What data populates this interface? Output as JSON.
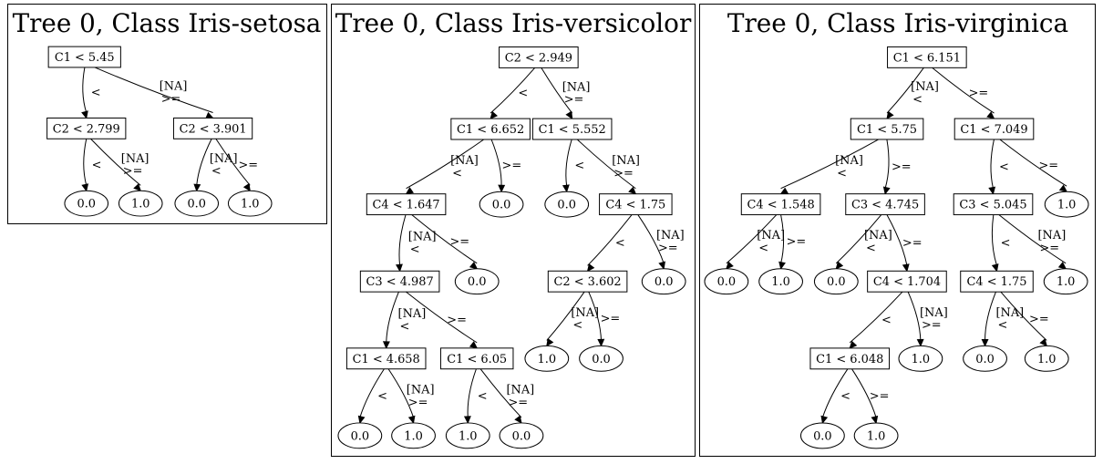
{
  "trees": [
    {
      "title": "Tree 0, Class Iris-setosa",
      "nodes": [
        {
          "id": "a",
          "kind": "split",
          "label": "C1 < 5.45"
        },
        {
          "id": "b",
          "kind": "split",
          "label": "C2 < 2.799"
        },
        {
          "id": "c",
          "kind": "split",
          "label": "C2 < 3.901"
        },
        {
          "id": "d",
          "kind": "leaf",
          "label": "0.0"
        },
        {
          "id": "e",
          "kind": "leaf",
          "label": "1.0"
        },
        {
          "id": "f",
          "kind": "leaf",
          "label": "0.0"
        },
        {
          "id": "g",
          "kind": "leaf",
          "label": "1.0"
        }
      ],
      "edges": [
        {
          "from": "a",
          "to": "b",
          "label": [
            "<"
          ]
        },
        {
          "from": "a",
          "to": "c",
          "label": [
            "[NA]",
            ">="
          ]
        },
        {
          "from": "b",
          "to": "d",
          "label": [
            "<"
          ]
        },
        {
          "from": "b",
          "to": "e",
          "label": [
            "[NA]",
            ">="
          ]
        },
        {
          "from": "c",
          "to": "f",
          "label": [
            "[NA]",
            "<"
          ]
        },
        {
          "from": "c",
          "to": "g",
          "label": [
            ">="
          ]
        }
      ]
    },
    {
      "title": "Tree 0, Class Iris-versicolor",
      "nodes": [
        {
          "id": "a",
          "kind": "split",
          "label": "C2 < 2.949"
        },
        {
          "id": "b",
          "kind": "split",
          "label": "C1 < 6.652"
        },
        {
          "id": "c",
          "kind": "split",
          "label": "C1 < 5.552"
        },
        {
          "id": "d",
          "kind": "split",
          "label": "C4 < 1.647"
        },
        {
          "id": "e",
          "kind": "leaf",
          "label": "0.0"
        },
        {
          "id": "f",
          "kind": "leaf",
          "label": "0.0"
        },
        {
          "id": "g",
          "kind": "split",
          "label": "C4 < 1.75"
        },
        {
          "id": "h",
          "kind": "split",
          "label": "C3 < 4.987"
        },
        {
          "id": "i",
          "kind": "leaf",
          "label": "0.0"
        },
        {
          "id": "j",
          "kind": "split",
          "label": "C2 < 3.602"
        },
        {
          "id": "k",
          "kind": "leaf",
          "label": "0.0"
        },
        {
          "id": "l",
          "kind": "split",
          "label": "C1 < 4.658"
        },
        {
          "id": "m",
          "kind": "split",
          "label": "C1 < 6.05"
        },
        {
          "id": "n",
          "kind": "leaf",
          "label": "1.0"
        },
        {
          "id": "o",
          "kind": "leaf",
          "label": "0.0"
        },
        {
          "id": "p",
          "kind": "leaf",
          "label": "0.0"
        },
        {
          "id": "q",
          "kind": "leaf",
          "label": "1.0"
        },
        {
          "id": "r",
          "kind": "leaf",
          "label": "1.0"
        },
        {
          "id": "s",
          "kind": "leaf",
          "label": "0.0"
        }
      ],
      "edges": [
        {
          "from": "a",
          "to": "b",
          "label": [
            "<"
          ]
        },
        {
          "from": "a",
          "to": "c",
          "label": [
            "[NA]",
            ">="
          ]
        },
        {
          "from": "b",
          "to": "d",
          "label": [
            "[NA]",
            "<"
          ]
        },
        {
          "from": "b",
          "to": "e",
          "label": [
            ">="
          ]
        },
        {
          "from": "c",
          "to": "f",
          "label": [
            "<"
          ]
        },
        {
          "from": "c",
          "to": "g",
          "label": [
            "[NA]",
            ">="
          ]
        },
        {
          "from": "d",
          "to": "h",
          "label": [
            "[NA]",
            "<"
          ]
        },
        {
          "from": "d",
          "to": "i",
          "label": [
            ">="
          ]
        },
        {
          "from": "g",
          "to": "j",
          "label": [
            "<"
          ]
        },
        {
          "from": "g",
          "to": "k",
          "label": [
            "[NA]",
            ">="
          ]
        },
        {
          "from": "h",
          "to": "l",
          "label": [
            "[NA]",
            "<"
          ]
        },
        {
          "from": "h",
          "to": "m",
          "label": [
            ">="
          ]
        },
        {
          "from": "j",
          "to": "n",
          "label": [
            "[NA]",
            "<"
          ]
        },
        {
          "from": "j",
          "to": "o",
          "label": [
            ">="
          ]
        },
        {
          "from": "l",
          "to": "p",
          "label": [
            "<"
          ]
        },
        {
          "from": "l",
          "to": "q",
          "label": [
            "[NA]",
            ">="
          ]
        },
        {
          "from": "m",
          "to": "r",
          "label": [
            "<"
          ]
        },
        {
          "from": "m",
          "to": "s",
          "label": [
            "[NA]",
            ">="
          ]
        }
      ]
    },
    {
      "title": "Tree 0, Class Iris-virginica",
      "nodes": [
        {
          "id": "a",
          "kind": "split",
          "label": "C1 < 6.151"
        },
        {
          "id": "b",
          "kind": "split",
          "label": "C1 < 5.75"
        },
        {
          "id": "c",
          "kind": "split",
          "label": "C1 < 7.049"
        },
        {
          "id": "d",
          "kind": "split",
          "label": "C4 < 1.548"
        },
        {
          "id": "e",
          "kind": "split",
          "label": "C3 < 4.745"
        },
        {
          "id": "f",
          "kind": "split",
          "label": "C3 < 5.045"
        },
        {
          "id": "g",
          "kind": "leaf",
          "label": "1.0"
        },
        {
          "id": "h",
          "kind": "leaf",
          "label": "0.0"
        },
        {
          "id": "i",
          "kind": "leaf",
          "label": "1.0"
        },
        {
          "id": "j",
          "kind": "leaf",
          "label": "0.0"
        },
        {
          "id": "k",
          "kind": "split",
          "label": "C4 < 1.704"
        },
        {
          "id": "l",
          "kind": "split",
          "label": "C4 < 1.75"
        },
        {
          "id": "m",
          "kind": "leaf",
          "label": "1.0"
        },
        {
          "id": "n",
          "kind": "split",
          "label": "C1 < 6.048"
        },
        {
          "id": "o",
          "kind": "leaf",
          "label": "1.0"
        },
        {
          "id": "p",
          "kind": "leaf",
          "label": "0.0"
        },
        {
          "id": "q",
          "kind": "leaf",
          "label": "1.0"
        },
        {
          "id": "r",
          "kind": "leaf",
          "label": "0.0"
        },
        {
          "id": "s",
          "kind": "leaf",
          "label": "1.0"
        }
      ],
      "edges": [
        {
          "from": "a",
          "to": "b",
          "label": [
            "[NA]",
            "<"
          ]
        },
        {
          "from": "a",
          "to": "c",
          "label": [
            ">="
          ]
        },
        {
          "from": "b",
          "to": "d",
          "label": [
            "[NA]",
            "<"
          ]
        },
        {
          "from": "b",
          "to": "e",
          "label": [
            ">="
          ]
        },
        {
          "from": "c",
          "to": "f",
          "label": [
            "<"
          ]
        },
        {
          "from": "c",
          "to": "g",
          "label": [
            ">="
          ]
        },
        {
          "from": "d",
          "to": "h",
          "label": [
            "[NA]",
            "<"
          ]
        },
        {
          "from": "d",
          "to": "i",
          "label": [
            ">="
          ]
        },
        {
          "from": "e",
          "to": "j",
          "label": [
            "[NA]",
            "<"
          ]
        },
        {
          "from": "e",
          "to": "k",
          "label": [
            ">="
          ]
        },
        {
          "from": "f",
          "to": "l",
          "label": [
            "<"
          ]
        },
        {
          "from": "f",
          "to": "m",
          "label": [
            "[NA]",
            ">="
          ]
        },
        {
          "from": "k",
          "to": "n",
          "label": [
            "<"
          ]
        },
        {
          "from": "k",
          "to": "o",
          "label": [
            "[NA]",
            ">="
          ]
        },
        {
          "from": "l",
          "to": "p",
          "label": [
            "[NA]",
            "<"
          ]
        },
        {
          "from": "l",
          "to": "q",
          "label": [
            ">="
          ]
        },
        {
          "from": "n",
          "to": "r",
          "label": [
            "<"
          ]
        },
        {
          "from": "n",
          "to": "s",
          "label": [
            ">="
          ]
        }
      ]
    }
  ]
}
